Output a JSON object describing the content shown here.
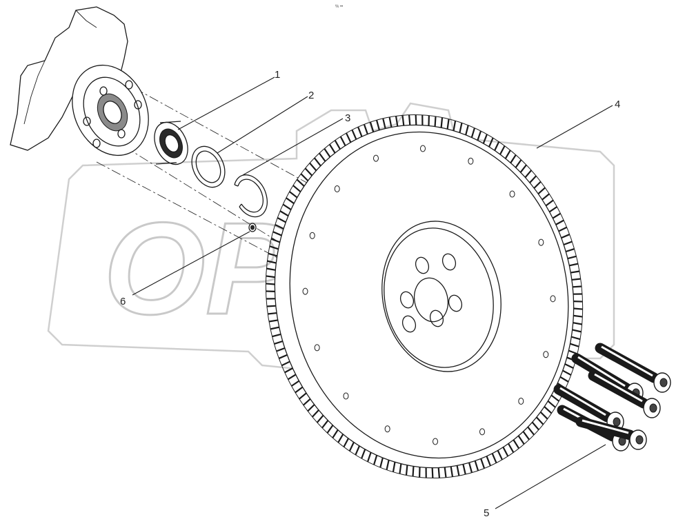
{
  "header": {
    "tiny_mark": "% ••"
  },
  "watermark": {
    "text": "OPEX"
  },
  "callouts": [
    {
      "id": "1",
      "label": "1"
    },
    {
      "id": "2",
      "label": "2"
    },
    {
      "id": "3",
      "label": "3"
    },
    {
      "id": "4",
      "label": "4"
    },
    {
      "id": "5",
      "label": "5"
    },
    {
      "id": "6",
      "label": "6"
    }
  ]
}
